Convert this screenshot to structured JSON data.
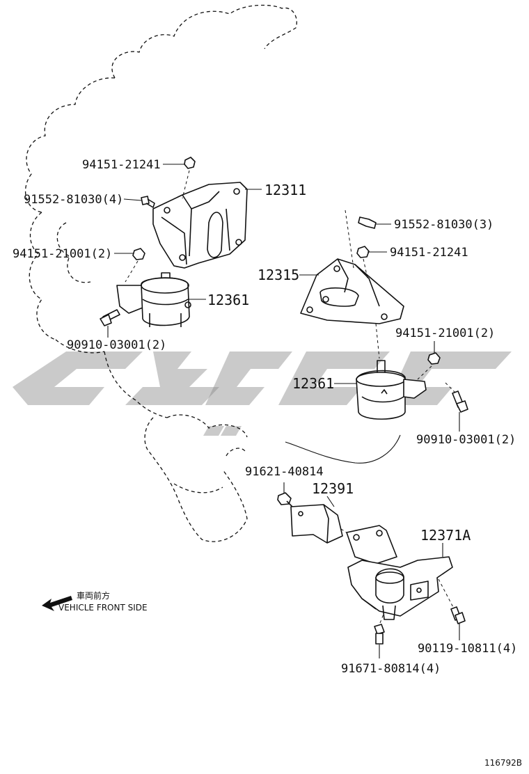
{
  "callouts": {
    "c1": "94151-21241",
    "c2": "91552-81030(4)",
    "c3": "12311",
    "c4": "94151-21001(2)",
    "c5": "12361",
    "c6": "90910-03001(2)",
    "c7": "91552-81030(3)",
    "c8": "94151-21241",
    "c9": "12315",
    "c10": "94151-21001(2)",
    "c11": "12361",
    "c12": "90910-03001(2)",
    "c13": "91621-40814",
    "c14": "12391",
    "c15": "12371A",
    "c16": "90119-10811(4)",
    "c17": "91671-80814(4)"
  },
  "direction": {
    "jp": "車両前方",
    "en": "VEHICLE FRONT SIDE"
  },
  "figure_id": "116792B"
}
